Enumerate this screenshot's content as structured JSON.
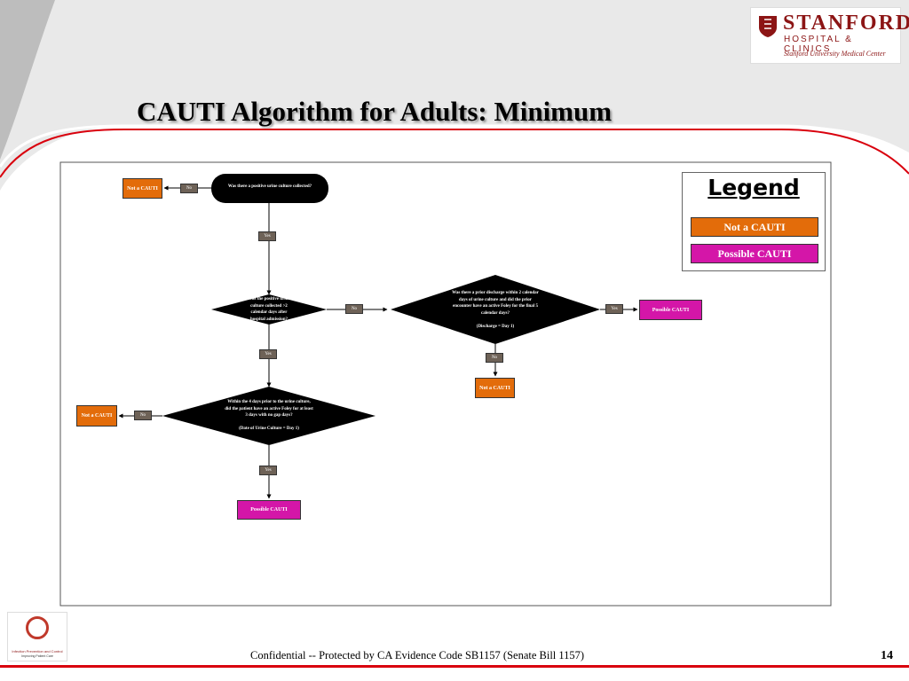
{
  "slide": {
    "title": "CAUTI Algorithm for Adults: Minimum",
    "footer": "Confidential -- Protected by CA Evidence Code SB1157 (Senate Bill 1157)",
    "page_number": "14"
  },
  "logo": {
    "name": "STANFORD",
    "subtitle": "HOSPITAL & CLINICS",
    "center": "Stanford University Medical Center"
  },
  "bottom_logo": {
    "line1": "Infection Prevention and Control",
    "line2": "Improving Patient Care"
  },
  "colors": {
    "not_cauti": "#e36c0a",
    "possible_cauti": "#d416a8",
    "decision": "#000000",
    "tag": "#6e6257",
    "accent_red": "#d9000d"
  },
  "flowchart": {
    "q1": "Was there a positive urine culture collected?",
    "q2": "Was the positive urine\nculture collected >2\ncalendar days after\nhospital admission?",
    "q3": "Was there a prior discharge within 2 calendar\ndays of urine culture and did the prior\nencounter have an active Foley for the final 5\ncalendar days?\n\n(Discharge = Day 1)",
    "q4": "Within the 4 days prior to the urine culture,\ndid the patient have an active Foley for at least\n3 days with no gap days?\n\n(Date of Urine Culture = Day 1)",
    "yes": "Yes",
    "no": "No",
    "not_cauti": "Not a CAUTI",
    "possible_cauti": "Possible CAUTI"
  },
  "legend": {
    "title": "Legend",
    "items": [
      "Not a CAUTI",
      "Possible CAUTI"
    ]
  }
}
